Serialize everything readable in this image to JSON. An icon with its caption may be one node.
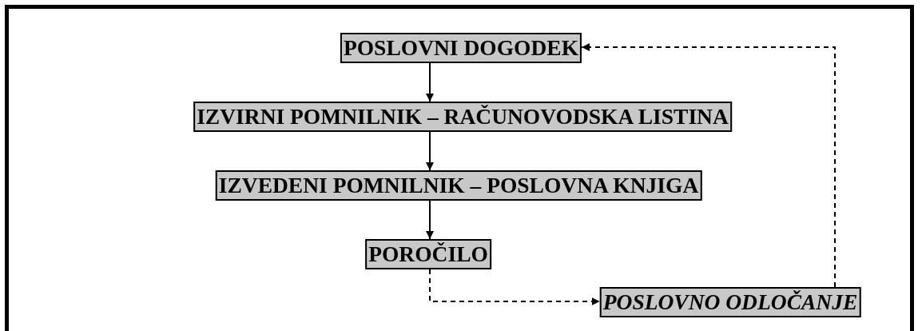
{
  "diagram": {
    "nodes": [
      {
        "text": [
          "POSLOVNI DOGODEK"
        ]
      },
      {
        "text": [
          "IZVIRNI POMNILNIK – RAČUNOVODSKA LISTINA"
        ]
      },
      {
        "text": [
          "IZVEDENI POMNILNIK – POSLOVNA KNJIGA"
        ]
      },
      {
        "text": [
          "POROČILO"
        ]
      },
      {
        "text": [
          "POSLOVNO ODLOČANJE"
        ]
      }
    ],
    "edges": [
      {
        "from": 0,
        "to": 1,
        "arrow": "to"
      },
      {
        "from": 1,
        "to": 2,
        "arrow": "to"
      },
      {
        "from": 2,
        "to": 3,
        "arrow": "to"
      },
      {
        "from": 3,
        "to": 4,
        "arrow": "to",
        "style": "dashed"
      },
      {
        "from": 4,
        "to": 0,
        "arrow": "to",
        "style": "dashed"
      }
    ]
  }
}
